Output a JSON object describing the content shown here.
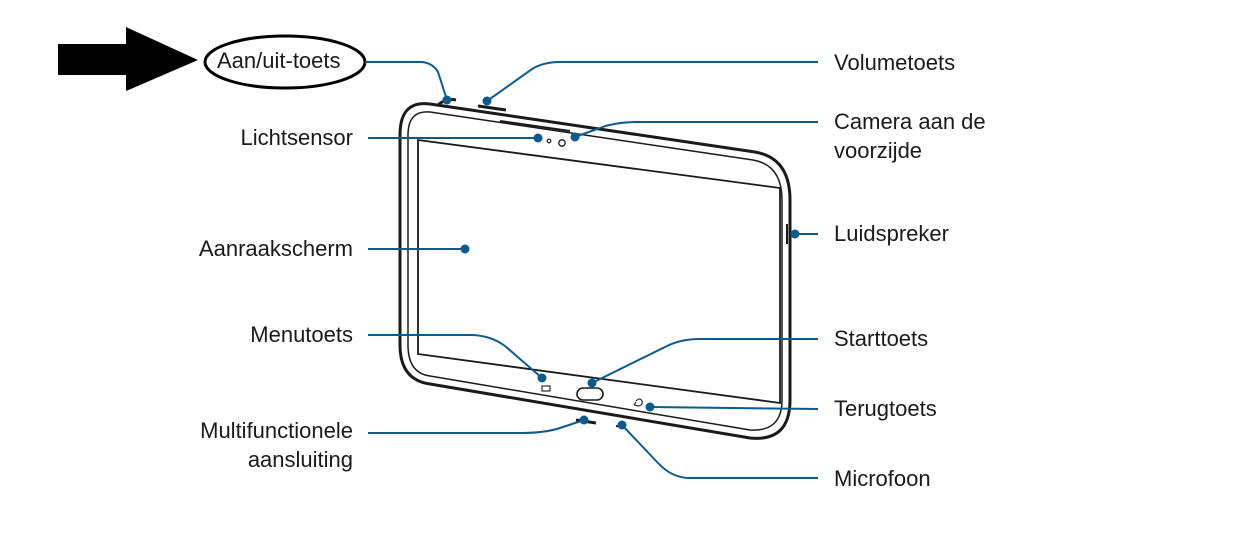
{
  "diagram": {
    "colors": {
      "leader": "#0b5b8f",
      "device": "#1a1a1a",
      "text": "#1a1a1a"
    },
    "labels": {
      "power_key": "Aan/uit-toets",
      "light_sensor": "Lichtsensor",
      "touchscreen": "Aanraakscherm",
      "menu_key": "Menutoets",
      "multipurpose_jack_1": "Multifunctionele",
      "multipurpose_jack_2": "aansluiting",
      "volume_key": "Volumetoets",
      "front_camera_1": "Camera aan de",
      "front_camera_2": "voorzijde",
      "speaker": "Luidspreker",
      "home_key": "Starttoets",
      "back_key": "Terugtoets",
      "microphone": "Microfoon"
    },
    "icons": {
      "pointer": "arrow-right-icon",
      "menu": "menu-icon",
      "back": "back-icon"
    }
  }
}
